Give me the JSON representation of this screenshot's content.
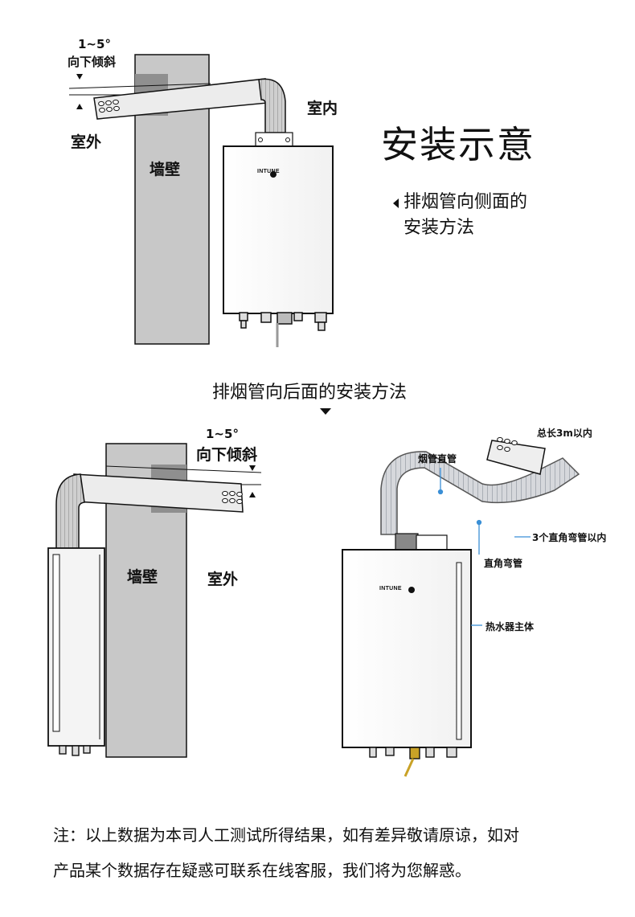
{
  "top_diagram": {
    "tilt_angle": "1~5°",
    "tilt_label": "向下倾斜",
    "indoor": "室内",
    "outdoor": "室外",
    "wall": "墙壁"
  },
  "title": "安装示意",
  "side_method": {
    "line1": "排烟管向侧面的",
    "line2": "安装方法"
  },
  "rear_method_title": "排烟管向后面的安装方法",
  "bottom_left_diagram": {
    "tilt_angle": "1~5°",
    "tilt_label": "向下倾斜",
    "wall": "墙壁",
    "outdoor": "室外"
  },
  "bottom_right_diagram": {
    "total_length": "总长3m以内",
    "straight_pipe": "烟管直管",
    "elbow_limit": "3个直角弯管以内",
    "elbow": "直角弯管",
    "heater_body": "热水器主体"
  },
  "brand_text": "INTUNE",
  "note": {
    "line1": "注：以上数据为本司人工测试所得结果，如有差异敬请原谅，如对",
    "line2": "产品某个数据存在疑惑可联系在线客服，我们将为您解惑。"
  }
}
